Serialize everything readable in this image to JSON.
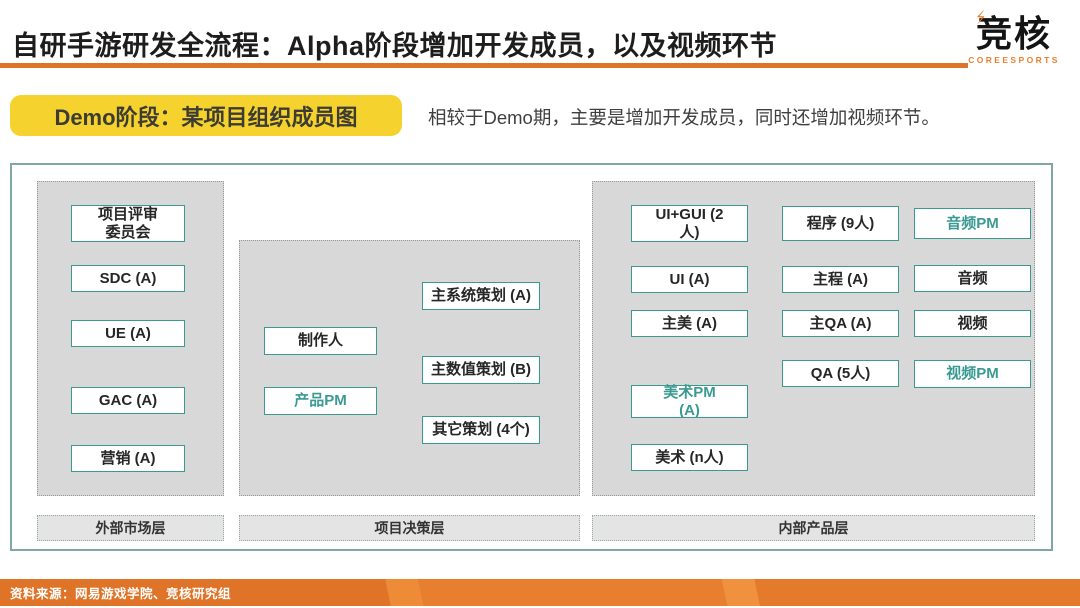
{
  "header": {
    "title": "自研手游研发全流程：Alpha阶段增加开发成员，以及视频环节",
    "logo_text": "竞核",
    "logo_subtext": "COREESPORTS",
    "logo_bolt_icon": "⚡"
  },
  "intro": {
    "badge": "Demo阶段：某项目组织成员图",
    "description": "相较于Demo期，主要是增加开发成员，同时还增加视频环节。"
  },
  "diagram": {
    "panels": [
      {
        "label": "外部市场层",
        "boxes": [
          {
            "text": "项目评审\n委员会",
            "accent": false
          },
          {
            "text": "SDC (A)",
            "accent": false
          },
          {
            "text": "UE (A)",
            "accent": false
          },
          {
            "text": "GAC (A)",
            "accent": false
          },
          {
            "text": "营销 (A)",
            "accent": false
          }
        ]
      },
      {
        "label": "项目决策层",
        "boxes": [
          {
            "text": "制作人",
            "accent": false
          },
          {
            "text": "产品PM",
            "accent": true
          },
          {
            "text": "主系统策划 (A)",
            "accent": false
          },
          {
            "text": "主数值策划 (B)",
            "accent": false
          },
          {
            "text": "其它策划 (4个)",
            "accent": false
          }
        ]
      },
      {
        "label": "内部产品层",
        "boxes": [
          {
            "text": "UI+GUI (2\n人)",
            "accent": false
          },
          {
            "text": "UI (A)",
            "accent": false
          },
          {
            "text": "主美 (A)",
            "accent": false
          },
          {
            "text": "美术PM\n(A)",
            "accent": true
          },
          {
            "text": "美术 (n人)",
            "accent": false
          },
          {
            "text": "程序 (9人)",
            "accent": false
          },
          {
            "text": "主程 (A)",
            "accent": false
          },
          {
            "text": "主QA (A)",
            "accent": false
          },
          {
            "text": "QA (5人)",
            "accent": false
          },
          {
            "text": "音频PM",
            "accent": true
          },
          {
            "text": "音频",
            "accent": false
          },
          {
            "text": "视频",
            "accent": false
          },
          {
            "text": "视频PM",
            "accent": true
          }
        ]
      }
    ]
  },
  "footer": {
    "source": "资料来源：网易游戏学院、竞核研究组"
  },
  "colors": {
    "accent_orange": "#E8802F",
    "badge_yellow": "#F6D22E",
    "box_teal": "#3A9A92",
    "panel_gray": "#D8D8D8"
  }
}
